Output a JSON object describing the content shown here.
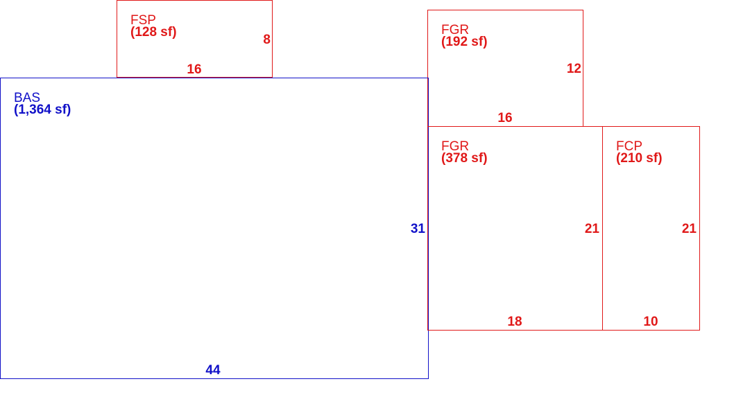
{
  "sketch": {
    "areas": [
      {
        "code": "FSP",
        "area": "(128 sf)",
        "width_label": "16",
        "depth_label": "8",
        "color": "#e01818"
      },
      {
        "code": "FGR",
        "area": "(192 sf)",
        "width_label": "16",
        "depth_label": "12",
        "color": "#e01818"
      },
      {
        "code": "BAS",
        "area": "(1,364 sf)",
        "width_label": "44",
        "depth_label": "31",
        "color": "#1010c8"
      },
      {
        "code": "FGR",
        "area": "(378 sf)",
        "width_label": "18",
        "depth_label": "21",
        "color": "#e01818"
      },
      {
        "code": "FCP",
        "area": "(210 sf)",
        "width_label": "10",
        "depth_label": "21",
        "color": "#e01818"
      }
    ]
  }
}
